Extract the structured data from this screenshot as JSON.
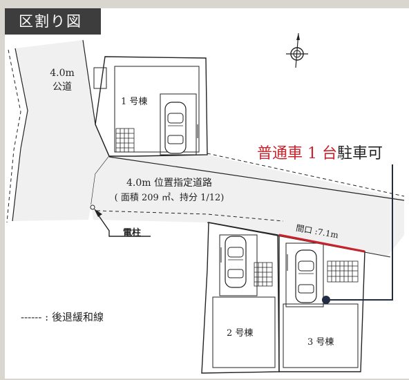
{
  "title": "区割り図",
  "road_public": {
    "width": "4.0m",
    "type": "公道"
  },
  "road_private": {
    "line1": "4.0m 位置指定道路",
    "line2": "( 面積 209 ㎡、持分 1/12)"
  },
  "pole_label": "電柱",
  "houses": [
    {
      "label": "1 号棟"
    },
    {
      "label": "2 号棟"
    },
    {
      "label": "3 号棟"
    }
  ],
  "frontage": "間口 :7.1m",
  "parking": {
    "highlight": "普通車 1 台",
    "rest": "駐車可"
  },
  "legend": "------ : 後退緩和線",
  "colors": {
    "accent": "#c8232c",
    "road": "#f0f0f0",
    "line": "#222222",
    "tab": "#3d3d3d"
  }
}
